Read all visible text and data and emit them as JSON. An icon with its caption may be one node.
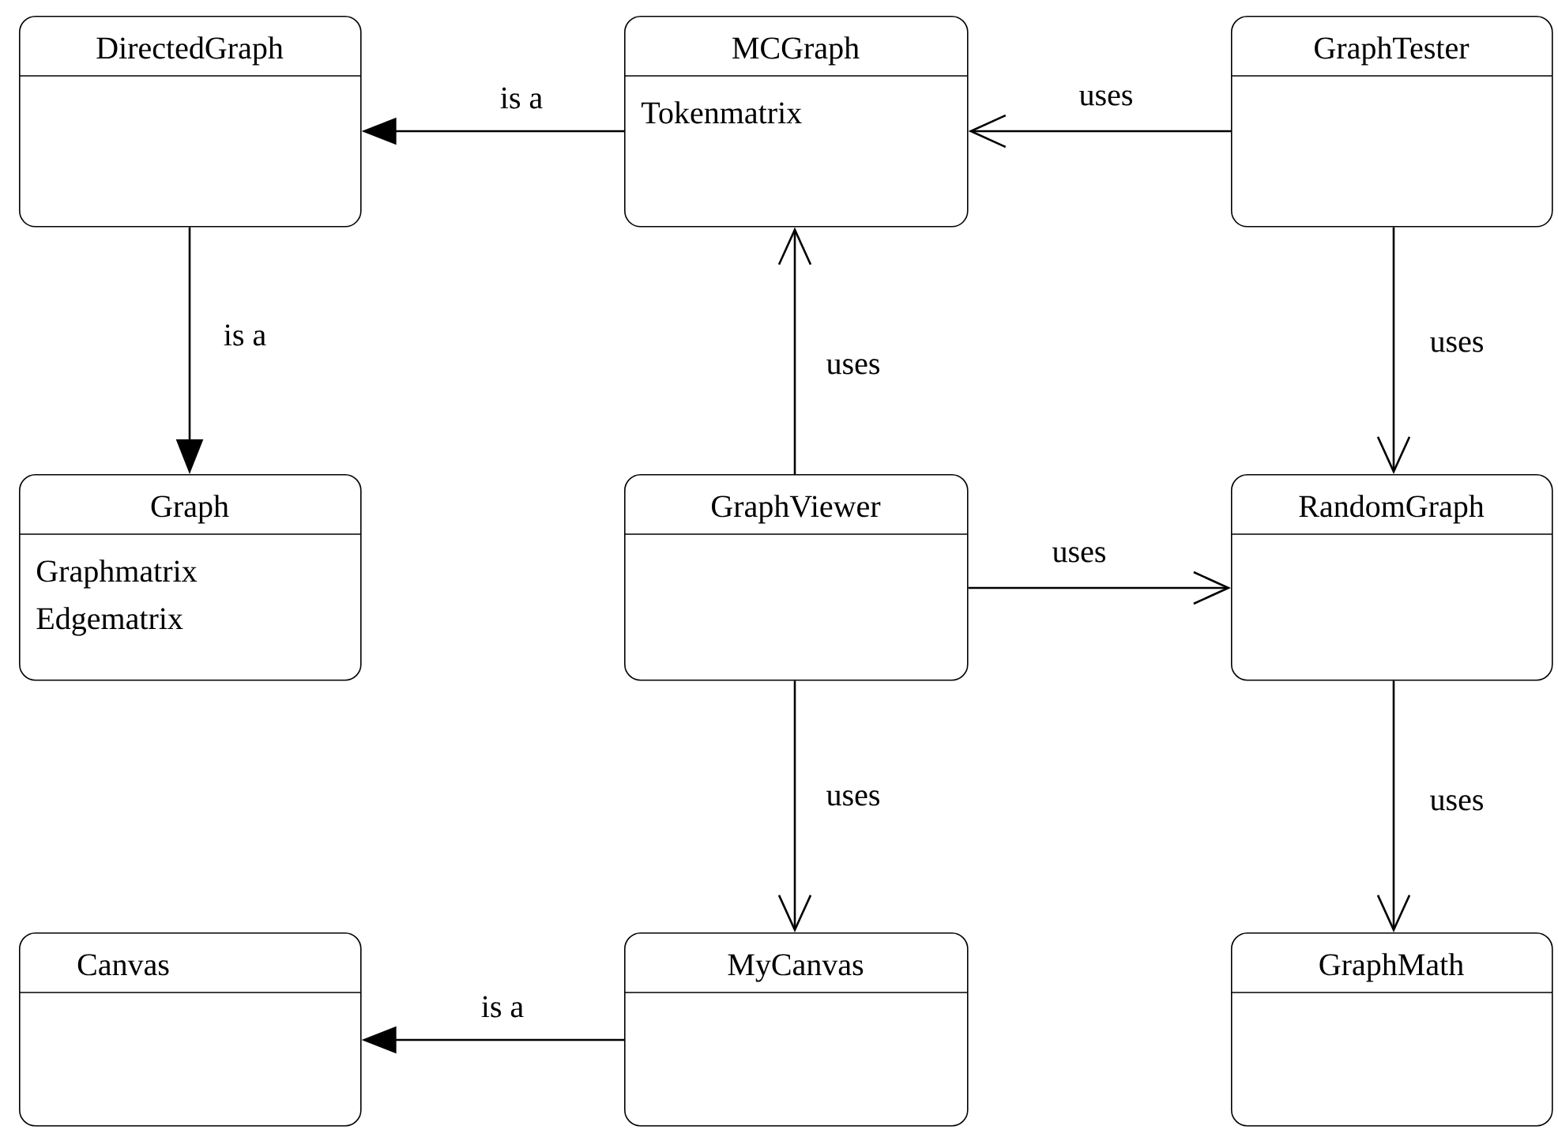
{
  "diagram": {
    "nodes": [
      {
        "text": [
          "DirectedGraph"
        ]
      },
      {
        "text": [
          "MCGraph",
          "Tokenmatrix"
        ]
      },
      {
        "text": [
          "GraphTester"
        ]
      },
      {
        "text": [
          "Graph",
          "Graphmatrix",
          "Edgematrix"
        ]
      },
      {
        "text": [
          "GraphViewer"
        ]
      },
      {
        "text": [
          "RandomGraph"
        ]
      },
      {
        "text": [
          "Canvas"
        ]
      },
      {
        "text": [
          "MyCanvas"
        ]
      },
      {
        "text": [
          "GraphMath"
        ]
      }
    ],
    "edges": [
      {
        "from": 1,
        "to": 0,
        "arrow": "to",
        "label": "is a"
      },
      {
        "from": 2,
        "to": 1,
        "arrow": "to",
        "label": "uses"
      },
      {
        "from": 0,
        "to": 3,
        "arrow": "to",
        "label": "is a"
      },
      {
        "from": 4,
        "to": 1,
        "arrow": "to",
        "label": "uses"
      },
      {
        "from": 2,
        "to": 5,
        "arrow": "to",
        "label": "uses"
      },
      {
        "from": 4,
        "to": 5,
        "arrow": "to",
        "label": "uses"
      },
      {
        "from": 4,
        "to": 7,
        "arrow": "to",
        "label": "uses"
      },
      {
        "from": 5,
        "to": 8,
        "arrow": "to",
        "label": "uses"
      },
      {
        "from": 7,
        "to": 6,
        "arrow": "to",
        "label": "is a"
      }
    ]
  }
}
